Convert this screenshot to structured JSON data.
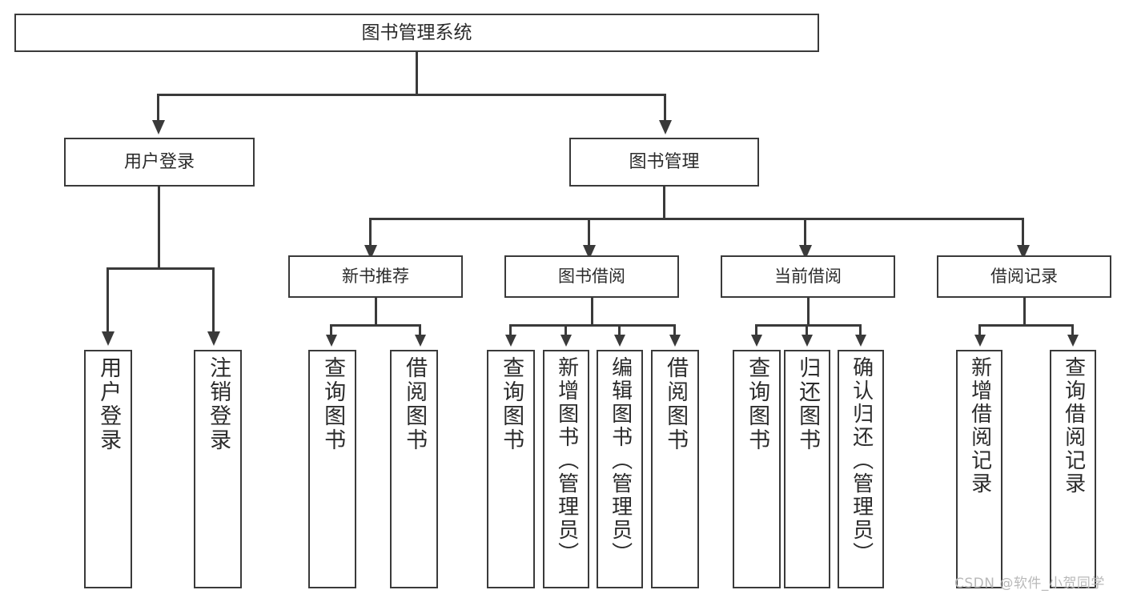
{
  "diagram": {
    "title": "图书管理系统",
    "type": "tree",
    "orientation": "top-down",
    "colors": {
      "stroke": "#3a3a3a",
      "text": "#2b2b2b",
      "background": "#ffffff",
      "watermark": "#b9b9b9"
    },
    "root": {
      "label": "图书管理系统"
    },
    "level2": [
      {
        "label": "用户登录"
      },
      {
        "label": "图书管理"
      }
    ],
    "level3": [
      {
        "label": "新书推荐"
      },
      {
        "label": "图书借阅"
      },
      {
        "label": "当前借阅"
      },
      {
        "label": "借阅记录"
      }
    ],
    "leaves": {
      "user_login": [
        {
          "label": "用户登录"
        },
        {
          "label": "注销登录"
        }
      ],
      "new_book_recommend": [
        {
          "label": "查询图书"
        },
        {
          "label": "借阅图书"
        }
      ],
      "book_borrow": [
        {
          "label": "查询图书"
        },
        {
          "label": "新增图书（管理员）"
        },
        {
          "label": "编辑图书（管理员）"
        },
        {
          "label": "借阅图书"
        }
      ],
      "current_borrow": [
        {
          "label": "查询图书"
        },
        {
          "label": "归还图书"
        },
        {
          "label": "确认归还（管理员）"
        }
      ],
      "borrow_record": [
        {
          "label": "新增借阅记录"
        },
        {
          "label": "查询借阅记录"
        }
      ]
    }
  },
  "watermark": {
    "text": "CSDN @软件_小贺同学"
  }
}
